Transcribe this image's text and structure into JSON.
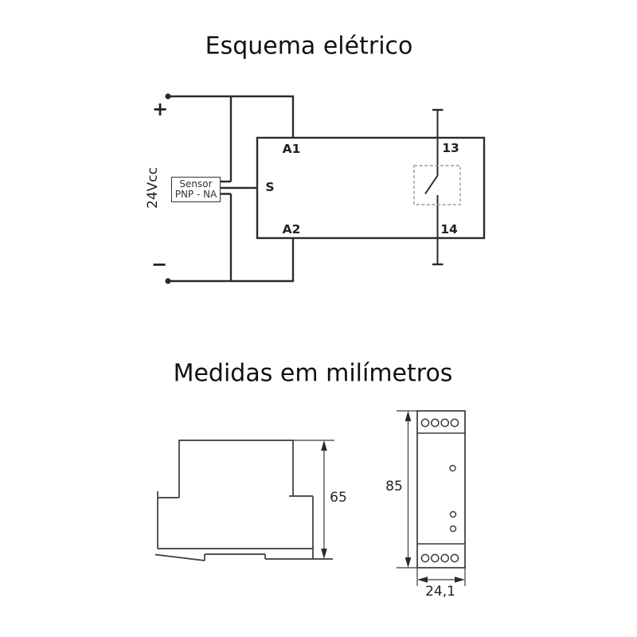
{
  "colors": {
    "schematic_ink": "#2b2b2b",
    "drawing_ink": "#3a3a3a",
    "dashed_outline": "#999999",
    "text": "#1e1e1e"
  },
  "schematic": {
    "title": "Esquema elétrico",
    "supply": {
      "plus": "+",
      "minus": "−",
      "voltage": "24Vcc"
    },
    "sensor": {
      "line1": "Sensor",
      "line2": "PNP - NA"
    },
    "labels": {
      "a1": "A1",
      "s": "S",
      "a2": "A2",
      "t13": "13",
      "t14": "14"
    }
  },
  "dimensions": {
    "title": "Medidas em milímetros",
    "side_height": "65",
    "front_height": "85",
    "front_width": "24,1"
  }
}
